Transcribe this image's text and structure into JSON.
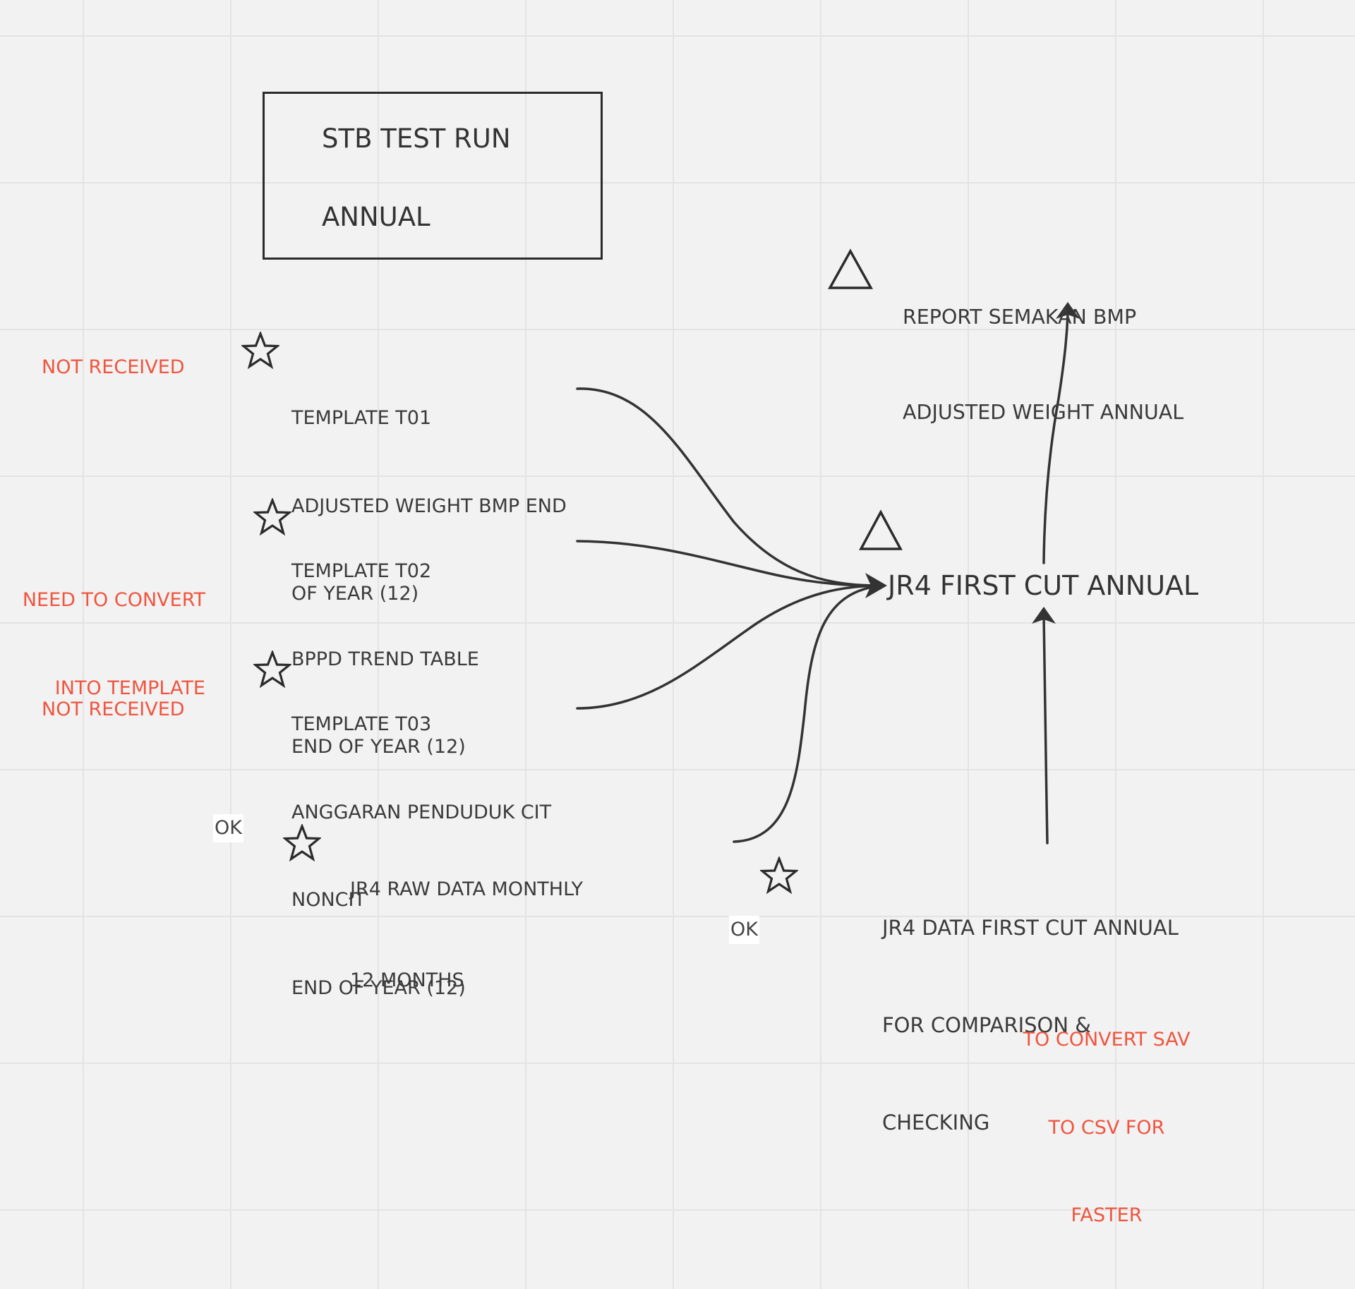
{
  "title_frame": {
    "line1": "STB TEST RUN",
    "line2": "ANNUAL"
  },
  "report": {
    "line1": "REPORT SEMAKAN BMP",
    "line2": "ADJUSTED WEIGHT ANNUAL"
  },
  "template_t01": {
    "line1": "TEMPLATE T01",
    "line2": "ADJUSTED WEIGHT BMP END",
    "line3": "OF YEAR (12)",
    "status": "NOT RECEIVED"
  },
  "template_t02": {
    "line1": "TEMPLATE T02",
    "line2": "BPPD TREND TABLE",
    "line3": "END OF YEAR (12)",
    "status_line1": "NEED TO CONVERT",
    "status_line2": "INTO TEMPLATE"
  },
  "template_t03": {
    "line1": "TEMPLATE T03",
    "line2": "ANGGARAN PENDUDUK CIT",
    "line3": "NONCIT",
    "line4": "END OF YEAR (12)",
    "status": "NOT RECEIVED"
  },
  "raw_data": {
    "line1": "JR4 RAW DATA MONTHLY",
    "line2": "12 MONTHS",
    "status": "OK"
  },
  "first_cut": {
    "label": "JR4 FIRST CUT ANNUAL"
  },
  "data_first_cut": {
    "line1": "JR4 DATA FIRST CUT ANNUAL",
    "line2": "FOR COMPARISON &",
    "line3": "CHECKING",
    "status": "OK",
    "note_line1": "TO CONVERT SAV",
    "note_line2": "TO CSV FOR",
    "note_line3": "FASTER"
  },
  "colors": {
    "background": "#f2f2f2",
    "grid": "#e3e3e3",
    "stroke": "#333333",
    "status_red": "#f0553f"
  },
  "icons": {
    "star": "star-icon",
    "triangle": "triangle-icon"
  }
}
